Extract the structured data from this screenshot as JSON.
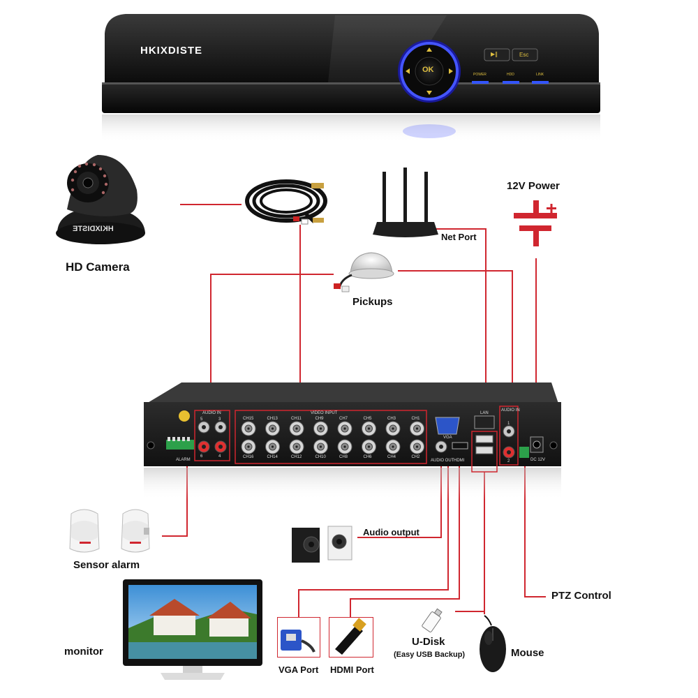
{
  "brand": "HKIXDISTE",
  "camera_brand": "HKIXDISTE",
  "front_panel": {
    "ok_label": "OK",
    "button_play": "▶‖",
    "button_esc": "Esc",
    "led_labels": [
      "POWER",
      "HDD",
      "LINK"
    ]
  },
  "labels": {
    "hd_camera": "HD Camera",
    "power": "12V Power",
    "net_port": "Net Port",
    "pickups": "Pickups",
    "audio_output": "Audio output",
    "sensor_alarm": "Sensor alarm",
    "ptz_control": "PTZ Control",
    "monitor": "monitor",
    "u_disk": "U-Disk",
    "u_disk_sub": "(Easy USB Backup)",
    "mouse": "Mouse",
    "vga_port": "VGA Port",
    "hdmi_port": "HDMI Port"
  },
  "rear_panel": {
    "audio_in_left": "AUDIO IN",
    "video_input": "VIDEO INPUT",
    "audio_in_right": "AUDIO IN",
    "vga": "VGA",
    "lan": "LAN",
    "hdmi": "HDMI",
    "audio_out": "AUDIO OUT",
    "dc": "DC 12V",
    "alarm": "ALARM",
    "channels_top": [
      "CH15",
      "CH13",
      "CH11",
      "CH9",
      "CH7",
      "CH5",
      "CH3",
      "CH1"
    ],
    "channels_bottom": [
      "CH16",
      "CH14",
      "CH12",
      "CH10",
      "CH8",
      "CH6",
      "CH4",
      "CH2"
    ],
    "audio_left_nums": [
      "5",
      "3",
      "6",
      "4"
    ],
    "audio_right_nums": [
      "1",
      "2"
    ]
  },
  "colors": {
    "line": "#d0262f",
    "device_body": "#1a1a1a",
    "ok_ring": "#2233dd",
    "accent_yellow": "#e0c040"
  }
}
